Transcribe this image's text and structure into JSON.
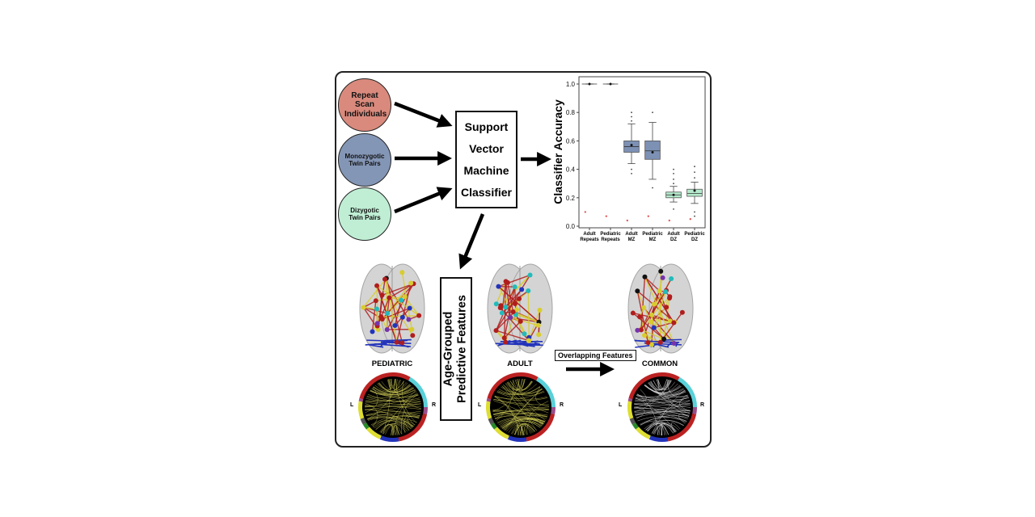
{
  "inputs": [
    {
      "label": "Repeat Scan Individuals",
      "fill": "#d98a7d"
    },
    {
      "label": "Monozygotic Twin Pairs",
      "fill": "#8496b6"
    },
    {
      "label": "Dizygotic Twin Pairs",
      "fill": "#bfeed4"
    }
  ],
  "classifier": {
    "lines": [
      "Support",
      "Vector",
      "Machine",
      "Classifier"
    ]
  },
  "features_box": {
    "line1": "Age-Grouped",
    "line2": "Predictive Features"
  },
  "overlap_label": "Overlapping Features",
  "brains": [
    {
      "label": "PEDIATRIC",
      "chord_color": "#d8d45a"
    },
    {
      "label": "ADULT",
      "chord_color": "#d8d45a"
    },
    {
      "label": "COMMON",
      "chord_color": "#e8e8e8"
    }
  ],
  "chord_side_labels": {
    "left": "L",
    "right": "R"
  },
  "colors": {
    "mz_box": "#7d91b5",
    "dz_box": "#b4eacb",
    "outlier": "#e05a5a"
  },
  "chart_data": {
    "type": "box",
    "ylabel": "Classifier Accuracy",
    "ylim": [
      0.0,
      1.0
    ],
    "yticks": [
      "0.0",
      "0.2",
      "0.4",
      "0.6",
      "0.8",
      "1.0"
    ],
    "categories": [
      {
        "line1": "Adult",
        "line2": "Repeats"
      },
      {
        "line1": "Pediatric",
        "line2": "Repeats"
      },
      {
        "line1": "Adult",
        "line2": "MZ"
      },
      {
        "line1": "Pediatric",
        "line2": "MZ"
      },
      {
        "line1": "Adult",
        "line2": "DZ"
      },
      {
        "line1": "Pediatric",
        "line2": "DZ"
      }
    ],
    "boxes": [
      {
        "q1": 1.0,
        "median": 1.0,
        "q3": 1.0,
        "whisker_low": 1.0,
        "whisker_high": 1.0,
        "mean": 1.0,
        "outliers": [],
        "chance": 0.1,
        "color": "none"
      },
      {
        "q1": 1.0,
        "median": 1.0,
        "q3": 1.0,
        "whisker_low": 1.0,
        "whisker_high": 1.0,
        "mean": 1.0,
        "outliers": [],
        "chance": 0.07,
        "color": "none"
      },
      {
        "q1": 0.52,
        "median": 0.56,
        "q3": 0.6,
        "whisker_low": 0.44,
        "whisker_high": 0.72,
        "mean": 0.57,
        "outliers": [
          0.8,
          0.77,
          0.74,
          0.4,
          0.37
        ],
        "chance": 0.04,
        "color": "mz"
      },
      {
        "q1": 0.47,
        "median": 0.53,
        "q3": 0.6,
        "whisker_low": 0.33,
        "whisker_high": 0.73,
        "mean": 0.52,
        "outliers": [
          0.8,
          0.27
        ],
        "chance": 0.07,
        "color": "mz"
      },
      {
        "q1": 0.2,
        "median": 0.22,
        "q3": 0.24,
        "whisker_low": 0.17,
        "whisker_high": 0.28,
        "mean": 0.22,
        "outliers": [
          0.4,
          0.37,
          0.33,
          0.3,
          0.12
        ],
        "chance": 0.04,
        "color": "dz"
      },
      {
        "q1": 0.21,
        "median": 0.23,
        "q3": 0.26,
        "whisker_low": 0.16,
        "whisker_high": 0.31,
        "mean": 0.25,
        "outliers": [
          0.42,
          0.38,
          0.34,
          0.1,
          0.07
        ],
        "chance": 0.05,
        "color": "dz"
      }
    ]
  }
}
